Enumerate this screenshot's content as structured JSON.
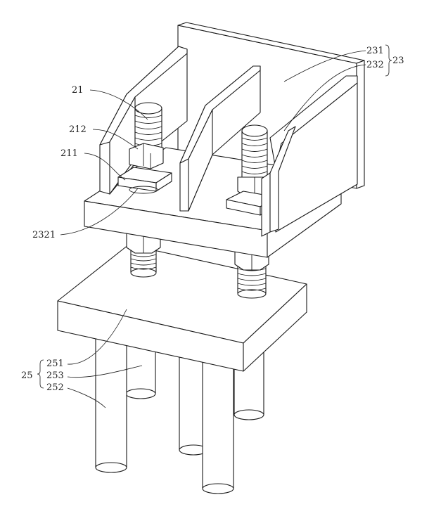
{
  "labels": {
    "l21": "21",
    "l212": "212",
    "l211": "211",
    "l2321": "2321",
    "l231": "231",
    "l232": "232",
    "l23": "23",
    "l25": "25",
    "l251": "251",
    "l253": "253",
    "l252": "252"
  }
}
